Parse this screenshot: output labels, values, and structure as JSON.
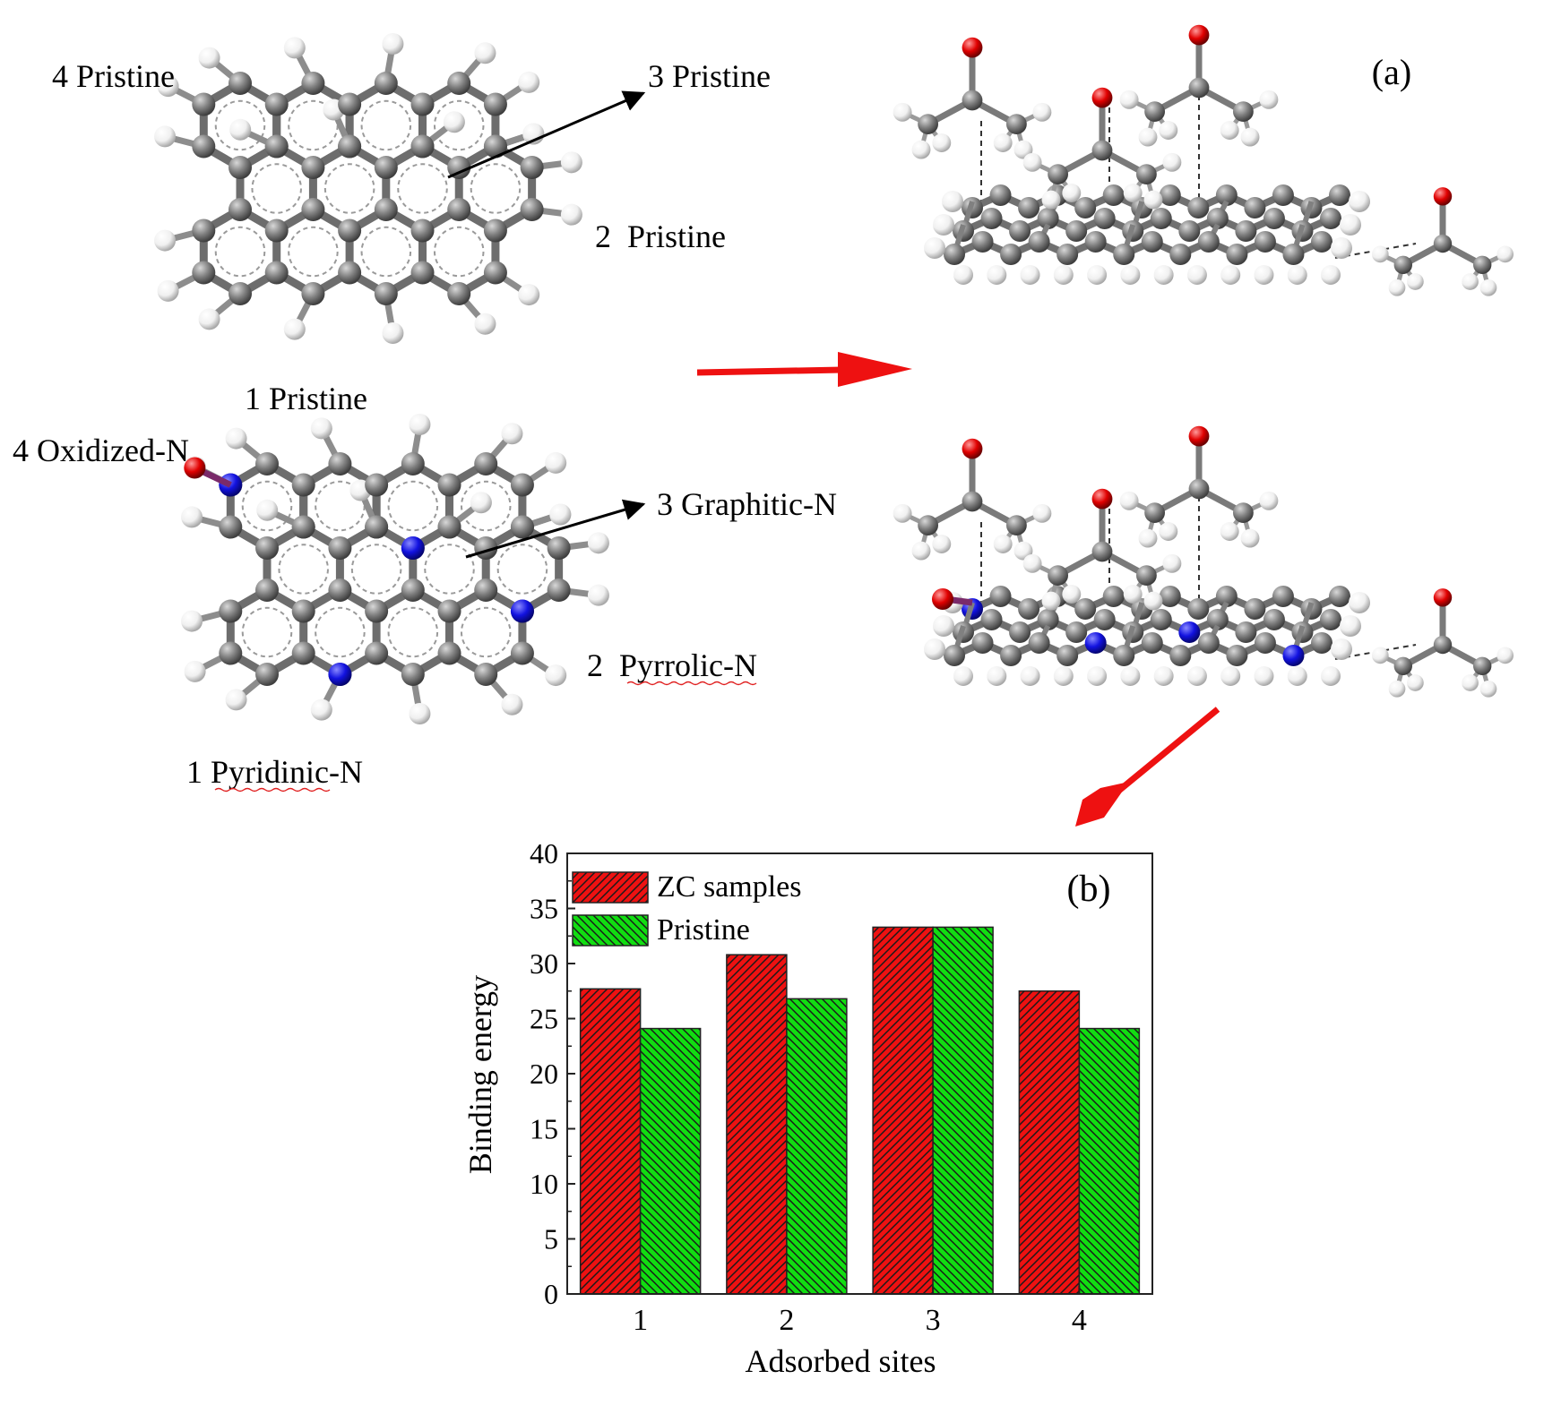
{
  "panel_a": {
    "label": "(a)",
    "pristine_site_labels": [
      "4 Pristine",
      "3 Pristine",
      "2  Pristine",
      "1 Pristine"
    ],
    "doped_site_labels": [
      "4 Oxidized-N",
      "3 Graphitic-N",
      "2  Pyrrolic-N",
      "1 Pyridinic-N"
    ]
  },
  "atom_colors": {
    "carbon": "#7f7f7f",
    "hydrogen": "#f2f2f2",
    "nitrogen": "#1010e0",
    "oxygen": "#e00000",
    "arrow": "#ee1111"
  },
  "chart_data": {
    "type": "bar",
    "panel_label": "(b)",
    "categories": [
      "1",
      "2",
      "3",
      "4"
    ],
    "series": [
      {
        "name": "ZC samples",
        "values": [
          27.7,
          30.8,
          33.3,
          27.5
        ],
        "color": "#ee1111",
        "hatch": "forward"
      },
      {
        "name": "Pristine",
        "values": [
          24.1,
          26.8,
          33.3,
          24.1
        ],
        "color": "#11dd11",
        "hatch": "back"
      }
    ],
    "xlabel": "Adsorbed sites",
    "ylabel": "Binding energy",
    "ylim": [
      0,
      40
    ],
    "yticks": [
      "0",
      "5",
      "10",
      "15",
      "20",
      "25",
      "30",
      "35",
      "40"
    ],
    "grid": false,
    "legend_position": "top-left"
  }
}
